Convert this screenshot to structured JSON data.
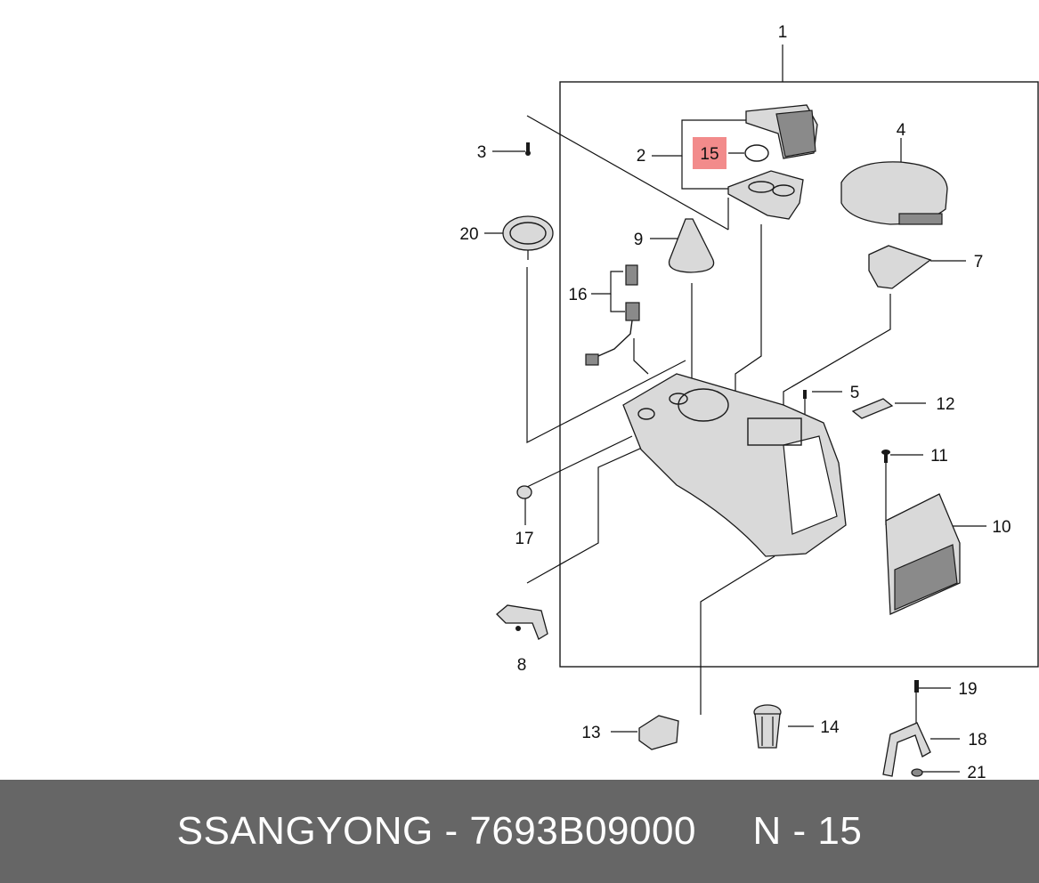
{
  "callouts": [
    {
      "id": "1",
      "label": "1"
    },
    {
      "id": "2",
      "label": "2"
    },
    {
      "id": "3",
      "label": "3"
    },
    {
      "id": "4",
      "label": "4"
    },
    {
      "id": "5",
      "label": "5"
    },
    {
      "id": "7",
      "label": "7"
    },
    {
      "id": "8",
      "label": "8"
    },
    {
      "id": "9",
      "label": "9"
    },
    {
      "id": "10",
      "label": "10"
    },
    {
      "id": "11",
      "label": "11"
    },
    {
      "id": "12",
      "label": "12"
    },
    {
      "id": "13",
      "label": "13"
    },
    {
      "id": "14",
      "label": "14"
    },
    {
      "id": "15",
      "label": "15"
    },
    {
      "id": "16",
      "label": "16"
    },
    {
      "id": "17",
      "label": "17"
    },
    {
      "id": "18",
      "label": "18"
    },
    {
      "id": "19",
      "label": "19"
    },
    {
      "id": "20",
      "label": "20"
    },
    {
      "id": "21",
      "label": "21"
    }
  ],
  "highlight": {
    "label": "15",
    "color": "#f28b8b"
  },
  "footer": {
    "text": "SSANGYONG - 7693B09000     N - 15",
    "background": "#666666",
    "color": "#ffffff"
  }
}
